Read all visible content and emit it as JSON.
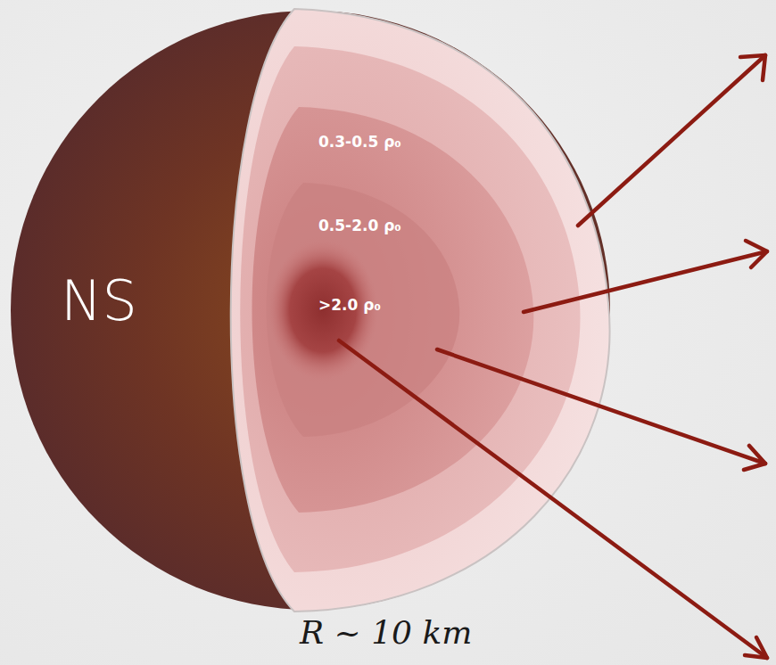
{
  "diagram": {
    "labels": [
      "NS",
      "0.3-0.5 ρ₀",
      "0.5-2.0 ρ₀",
      ">2.0 ρ₀",
      "R ~ 10 km"
    ]
  }
}
